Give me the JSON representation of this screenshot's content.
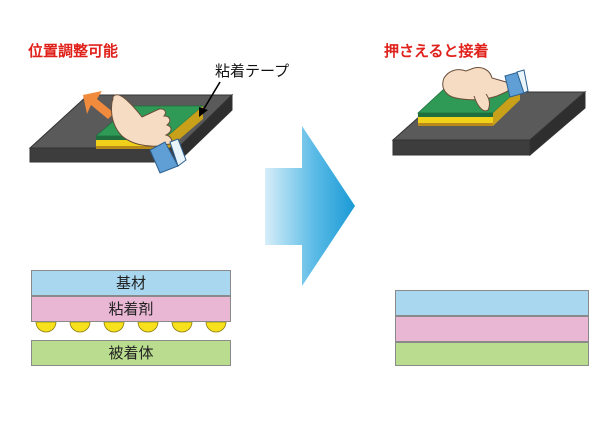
{
  "headings": {
    "left": "位置調整可能",
    "right": "押さえると接着"
  },
  "callouts": {
    "tape": "粘着テープ"
  },
  "layers": {
    "base": "基材",
    "adhesive": "粘着剤",
    "adherend": "被着体"
  },
  "colors": {
    "heading": "#e0211b",
    "plate_top": "#5a5a5a",
    "plate_front": "#3d3d3d",
    "tape_top": "#2e9a56",
    "tape_yellow": "#f2d11a",
    "tape_front": "#1f6e3d",
    "base_layer": "#a9d7ef",
    "adhesive_layer": "#e9b7d4",
    "bead": "#f7e11c",
    "adherend_layer": "#b9dc8f",
    "arrow_light": "#d6eef9",
    "arrow_dark": "#1a9ad6",
    "move_arrow": "#f08a3c"
  },
  "icons": {
    "hand_left": "hand-icon",
    "hand_right": "hand-icon",
    "move_arrow": "diagonal-arrow-icon",
    "process_arrow": "right-arrow-icon"
  }
}
